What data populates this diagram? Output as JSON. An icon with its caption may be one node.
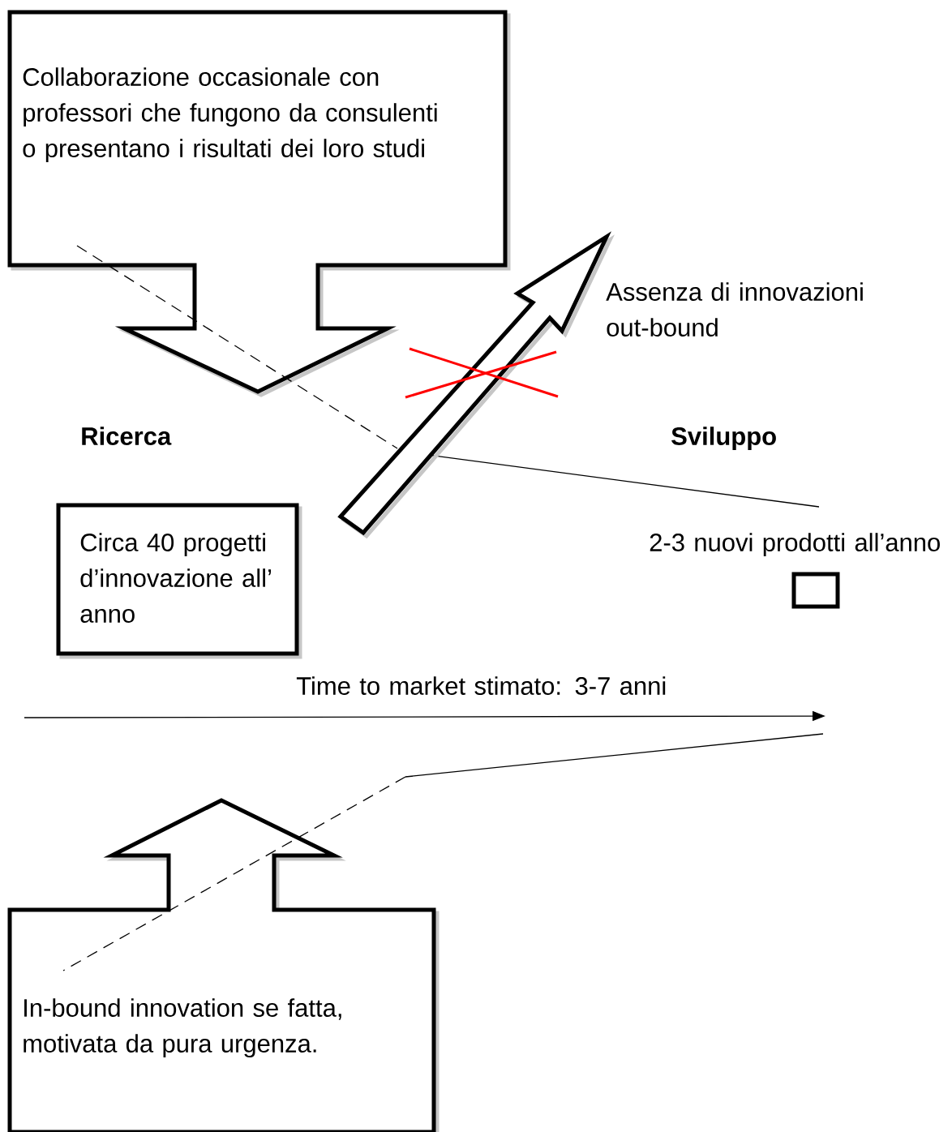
{
  "diagram": {
    "nodes": [
      {
        "text": [
          "Collaborazione occasionale con professori che fungono da consulenti o presentano i risultati dei loro studi"
        ]
      },
      {
        "text": [
          "Circa 40 progetti d’innovazione all’ anno"
        ]
      },
      {
        "text": [],
        "shape": "box"
      },
      {
        "text": [
          "In-bound innovation se fatta, motivata da pura urgenza."
        ]
      }
    ],
    "labels": [
      "Assenza di innovazioni out-bound",
      "Ricerca",
      "Sviluppo",
      "2-3 nuovi prodotti all’anno",
      "Time to market stimato: 3-7 anni"
    ]
  }
}
